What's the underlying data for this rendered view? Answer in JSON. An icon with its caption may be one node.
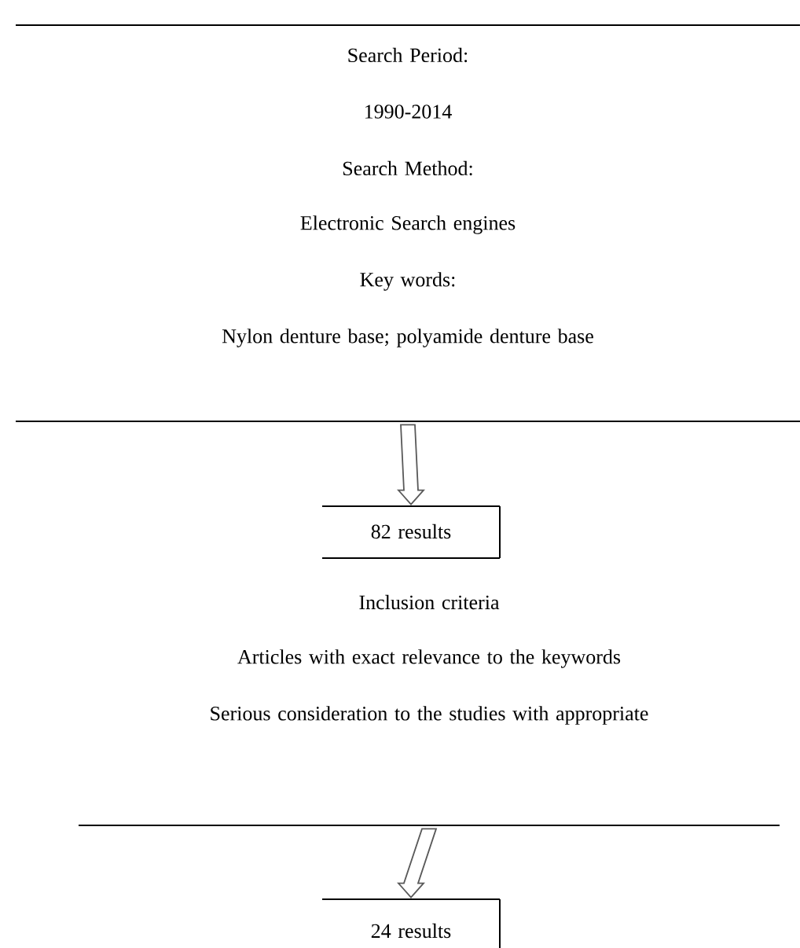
{
  "diagram": {
    "nodes": [
      {
        "text": [
          "Search Period:",
          "1990-2014",
          "Search Method:",
          "Electronic Search engines",
          "Key words:",
          "Nylon denture base; polyamide denture base"
        ]
      },
      {
        "text": [
          "82 results"
        ]
      },
      {
        "text": [
          "Inclusion criteria",
          "Articles with exact relevance to the keywords",
          "Serious consideration to the studies with appropriate"
        ]
      },
      {
        "text": [
          "24 results"
        ]
      }
    ],
    "edges": [
      {
        "from": 0,
        "to": 1,
        "arrow": "to"
      },
      {
        "from": 2,
        "to": 3,
        "arrow": "to"
      }
    ]
  }
}
